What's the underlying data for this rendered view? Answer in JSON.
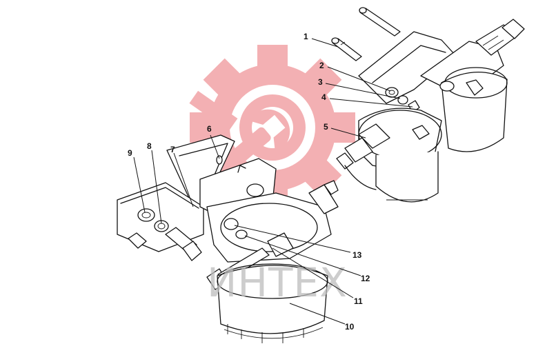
{
  "watermark": {
    "text": "ИНТЕХ",
    "color": "#f2a3a6",
    "text_color": "#bdbdbd",
    "icon": "gear-wrench-logo-icon"
  },
  "callouts": [
    {
      "id": "1",
      "label": "1"
    },
    {
      "id": "2",
      "label": "2"
    },
    {
      "id": "3",
      "label": "3"
    },
    {
      "id": "4",
      "label": "4"
    },
    {
      "id": "5",
      "label": "5"
    },
    {
      "id": "6",
      "label": "6"
    },
    {
      "id": "7",
      "label": "7"
    },
    {
      "id": "8",
      "label": "8"
    },
    {
      "id": "9",
      "label": "9"
    },
    {
      "id": "10",
      "label": "10"
    },
    {
      "id": "11",
      "label": "11"
    },
    {
      "id": "12",
      "label": "12"
    },
    {
      "id": "13",
      "label": "13"
    }
  ]
}
